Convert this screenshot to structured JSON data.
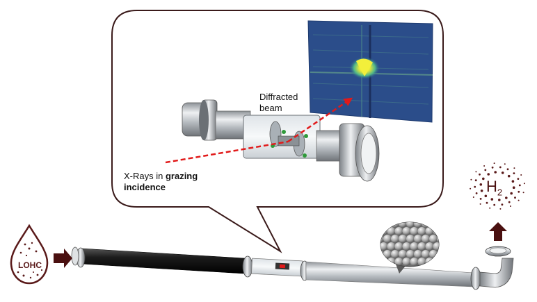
{
  "labels": {
    "diffracted": [
      "Diffracted",
      "beam"
    ],
    "xray_prefix": "X-Rays in ",
    "xray_bold_1": "grazing",
    "xray_bold_2": "incidence",
    "lohc": "LOHC",
    "h2": "H",
    "h2_sub": "2"
  },
  "colors": {
    "callout_stroke": "#3a1a1a",
    "arrow": "#4a1010",
    "drop": "#5a1a1a",
    "beam": "#e11a1a",
    "steel": "#b8bdc2",
    "tube_dark": "#1a1a1a",
    "detector_bg": "#2b4d8a",
    "detector_hot": "#f2ef3b"
  },
  "icons": {
    "droplet": "lohc-droplet-icon",
    "hydrogen_cloud": "h2-cloud-icon",
    "flow_arrow": "flow-arrow-icon",
    "up_arrow": "up-arrow-icon"
  }
}
